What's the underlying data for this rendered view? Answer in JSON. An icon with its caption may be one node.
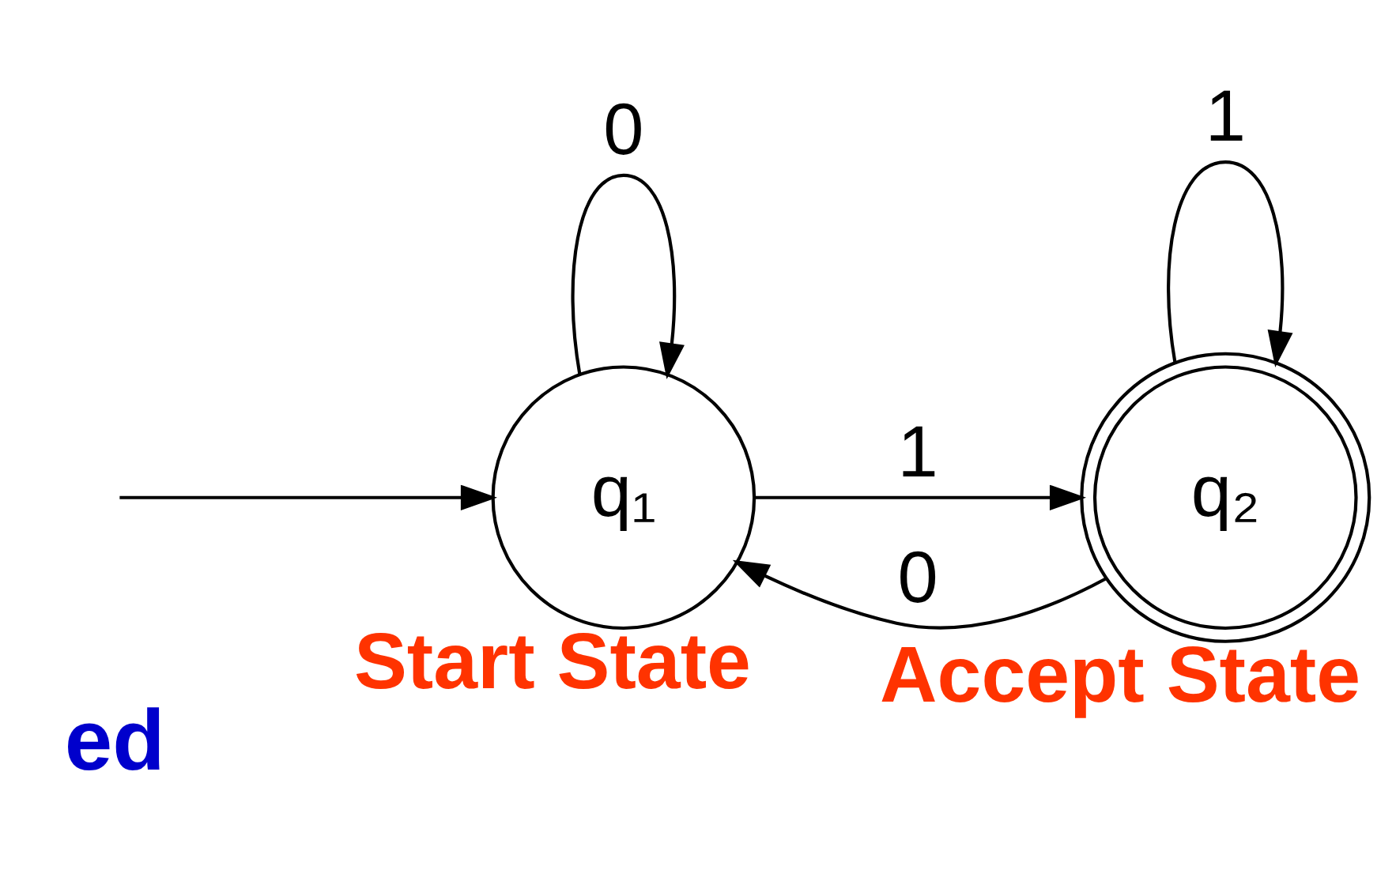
{
  "diagram": {
    "nodes": [
      {
        "text": [
          "q₁"
        ],
        "beside": [
          "Start State"
        ]
      },
      {
        "text": [
          "q₂"
        ],
        "beside": [
          "Accept State"
        ]
      }
    ],
    "edges": [
      {
        "from": null,
        "to": 0,
        "arrow": "to"
      },
      {
        "from": 0,
        "to": 0,
        "arrow": "to",
        "label": "0"
      },
      {
        "from": 0,
        "to": 1,
        "arrow": "to",
        "label": "1"
      },
      {
        "from": 1,
        "to": 1,
        "arrow": "to",
        "label": "1"
      },
      {
        "from": 1,
        "to": 0,
        "arrow": "to",
        "label": "0"
      }
    ],
    "labels": [
      "ed"
    ]
  }
}
